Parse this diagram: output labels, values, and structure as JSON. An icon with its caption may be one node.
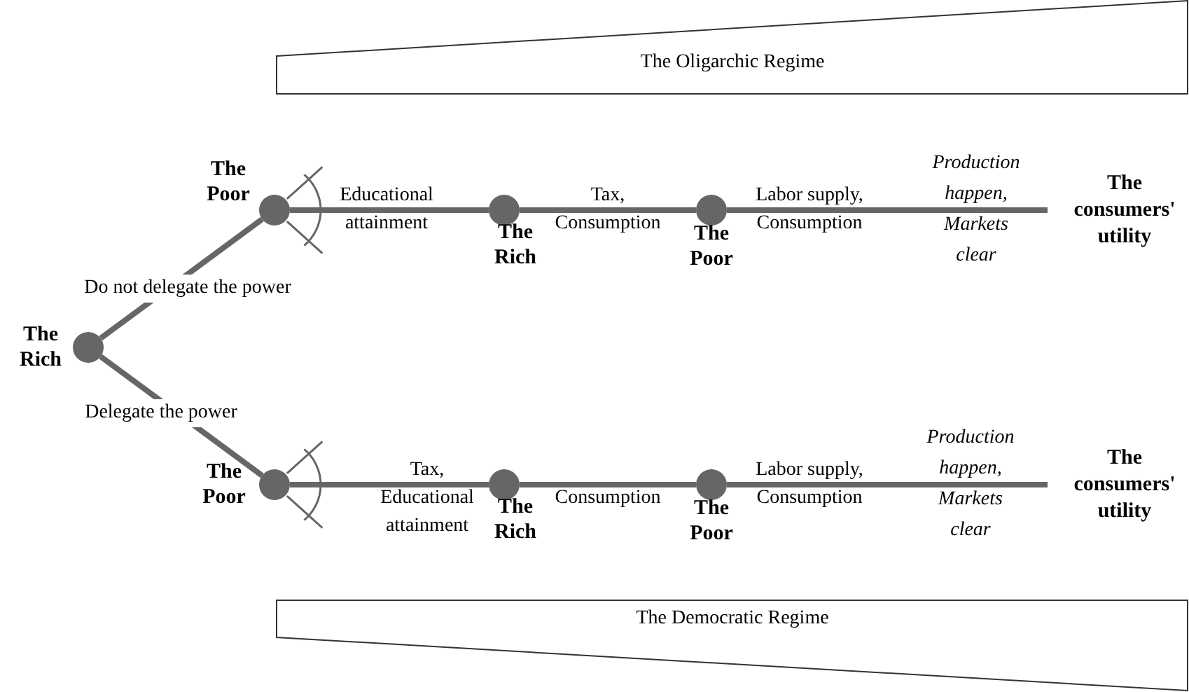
{
  "diagram": {
    "nodes": [
      {
        "text": [
          "The Oligarchic Regime"
        ]
      },
      {
        "text": [
          "The Rich"
        ]
      },
      {
        "text": [
          "The Poor"
        ]
      },
      {
        "text": [
          "The Rich"
        ]
      },
      {
        "text": [
          "The Poor"
        ]
      },
      {
        "text": [
          "The consumers' utility"
        ]
      },
      {
        "text": [
          "The Poor"
        ]
      },
      {
        "text": [
          "The Rich"
        ]
      },
      {
        "text": [
          "The Poor"
        ]
      },
      {
        "text": [
          "The consumers' utility"
        ]
      },
      {
        "text": [
          "The Democratic Regime"
        ]
      }
    ],
    "edges": [
      {
        "from": 1,
        "to": 2,
        "arrow": "none",
        "label": "Do not delegate the power"
      },
      {
        "from": 2,
        "to": 3,
        "arrow": "none",
        "label": "Educational attainment"
      },
      {
        "from": 3,
        "to": 4,
        "arrow": "none",
        "label": "Tax, Consumption"
      },
      {
        "from": 4,
        "to": 5,
        "arrow": "none",
        "label": "Labor supply, Consumption"
      },
      {
        "from": 1,
        "to": 6,
        "arrow": "none",
        "label": "Delegate the power"
      },
      {
        "from": 6,
        "to": 7,
        "arrow": "none",
        "label": "Tax, Educational attainment"
      },
      {
        "from": 7,
        "to": 8,
        "arrow": "none",
        "label": "Consumption"
      },
      {
        "from": 8,
        "to": 9,
        "arrow": "none",
        "label": "Labor supply, Consumption"
      }
    ],
    "labels": [
      "Production happen, Markets clear",
      "Production happen, Markets clear"
    ]
  }
}
